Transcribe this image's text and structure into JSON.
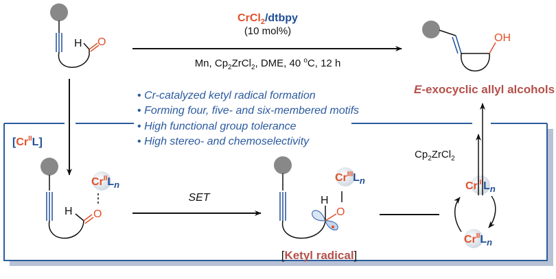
{
  "catalyst": {
    "metal": "CrCl",
    "metal_sub": "2",
    "slash": "/",
    "ligand": "dtbpy",
    "loading": "(10 mol%)"
  },
  "conditions": {
    "part1": "Mn, Cp",
    "sub1": "2",
    "part2": "ZrCl",
    "sub2": "2",
    "part3": ", DME, 40 ",
    "deg": "o",
    "part4": "C, 12 h"
  },
  "product_label": {
    "prefix": "E",
    "rest": "-exocyclic allyl alcohols"
  },
  "oh_label": "OH",
  "h_label": "H",
  "o_label": "O",
  "bullets": [
    "Cr-catalyzed ketyl radical formation",
    "Forming four, five- and six-membered motifs",
    "High functional group tolerance",
    "High stereo- and chemoselectivity"
  ],
  "bullet_char": "•",
  "cr_species": {
    "open": "[",
    "cr": "Cr",
    "ox2": "II",
    "ox3": "III",
    "l": "L",
    "close": "]",
    "n": "n"
  },
  "set_label": "SET",
  "ketyl": {
    "open": "[",
    "name": "Ketyl radical",
    "close": "]"
  },
  "zr": {
    "a": "Cp",
    "s1": "2",
    "b": "ZrCl",
    "s2": "2"
  },
  "colors": {
    "cr": "#e0502a",
    "ligand": "#1f4e96",
    "bullet": "#2b5a9e",
    "title": "#b4504a",
    "frame": "#2b5c9c",
    "shadow": "#b8c2d6"
  }
}
